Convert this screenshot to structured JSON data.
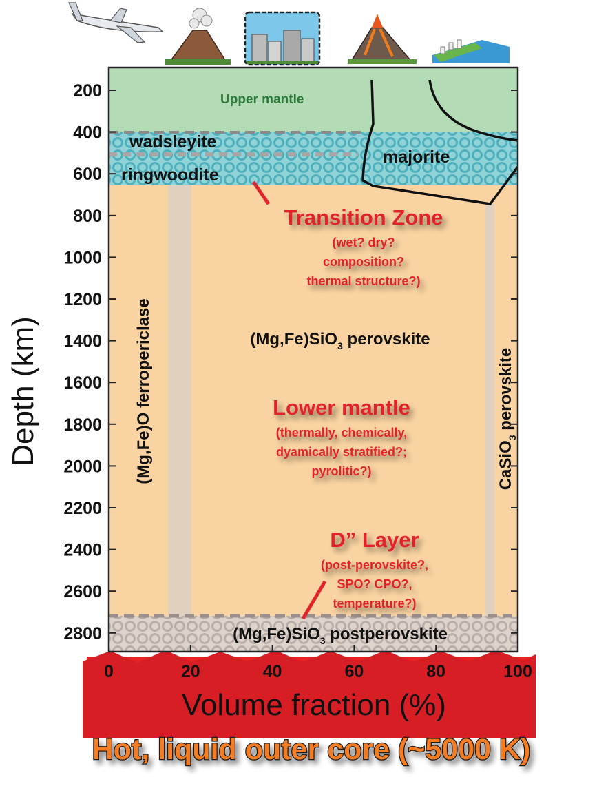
{
  "axes": {
    "ylabel": "Depth (km)",
    "xlabel": "Volume fraction (%)",
    "yticks": [
      "200",
      "400",
      "600",
      "800",
      "1000",
      "1200",
      "1400",
      "1600",
      "1800",
      "2000",
      "2200",
      "2400",
      "2600",
      "2800"
    ],
    "xticks": [
      "0",
      "20",
      "40",
      "60",
      "80",
      "100"
    ]
  },
  "labels": {
    "upper_mantle": "Upper mantle",
    "wadsleyite": "wadsleyite",
    "ringwoodite": "ringwoodite",
    "majorite": "majorite",
    "transition_zone_title": "Transition Zone",
    "transition_zone_notes": [
      "(wet? dry?",
      "composition?",
      "thermal structure?)"
    ],
    "perovskite_prefix": "(Mg,Fe)SiO",
    "perovskite_sub": "3",
    "perovskite_suffix": " perovskite",
    "ferropericlase": "(Mg,Fe)O ferropericlase",
    "ca_perovskite_prefix": "CaSiO",
    "ca_perovskite_sub": "3",
    "ca_perovskite_suffix": " perovskite",
    "lower_mantle_title": "Lower mantle",
    "lower_mantle_notes": [
      "(thermally, chemically,",
      "dyamically stratified?;",
      "pyrolitic?)"
    ],
    "d_layer_title": "D” Layer",
    "d_layer_notes": [
      "(post-perovskite?,",
      "SPO? CPO?,",
      "temperature?)"
    ],
    "postperovskite_prefix": "(Mg,Fe)SiO",
    "postperovskite_sub": "3",
    "postperovskite_suffix": " postperovskite",
    "core_banner": "Hot, liquid outer core (~5000 K)"
  },
  "icons": [
    "airplane-icon",
    "volcano-icon",
    "city-icon",
    "erupting-volcano-icon",
    "coastal-landscape-icon"
  ],
  "colors": {
    "upper_mantle": "#b3dcb6",
    "lower_mantle": "#f9d3a1",
    "transition_hatch": "#58b6c0",
    "core_red": "#e2232a",
    "accent_red": "#e2232a",
    "upper_mantle_text": "#2d7a3a",
    "banner_fill": "#f47c20"
  }
}
